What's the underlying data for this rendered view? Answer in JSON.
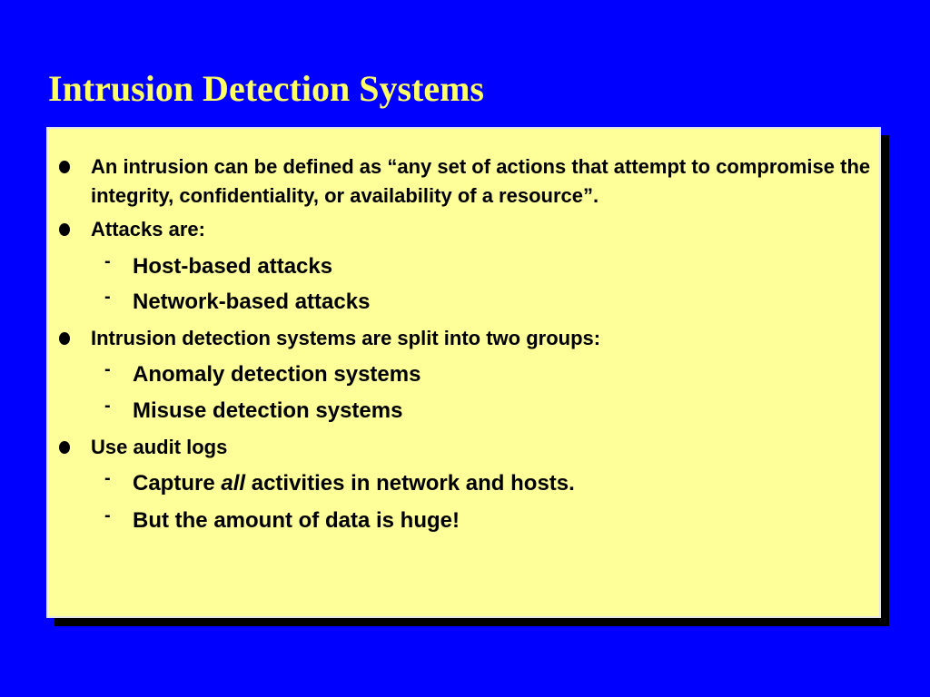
{
  "slide": {
    "title": "Intrusion Detection Systems"
  },
  "bullets": [
    {
      "level": 1,
      "marker": "bullet-dot",
      "text": "An intrusion can be defined as “any set of actions that attempt to compromise the integrity, confidentiality, or availability of a resource”."
    },
    {
      "level": 1,
      "marker": "bullet-dot",
      "text": "Attacks are:"
    },
    {
      "level": 2,
      "marker": "-",
      "text": "Host-based attacks"
    },
    {
      "level": 2,
      "marker": "-",
      "text": "Network-based attacks"
    },
    {
      "level": 1,
      "marker": "bullet-dot",
      "text": "Intrusion detection systems are split into two groups:"
    },
    {
      "level": 2,
      "marker": "-",
      "text": "Anomaly detection systems"
    },
    {
      "level": 2,
      "marker": "-",
      "text": "Misuse detection systems"
    },
    {
      "level": 1,
      "marker": "bullet-dot",
      "text": "Use audit logs"
    },
    {
      "level": 2,
      "marker": "-",
      "text_before": "Capture ",
      "text_em": "all",
      "text_after": " activities in network and hosts."
    },
    {
      "level": 2,
      "marker": "-",
      "text": "But the amount of data is huge!"
    }
  ],
  "colors": {
    "background": "#0000FF",
    "title": "#FFFF66",
    "panel": "#FFFF99",
    "panel_shadow": "#000000",
    "text": "#000000"
  }
}
